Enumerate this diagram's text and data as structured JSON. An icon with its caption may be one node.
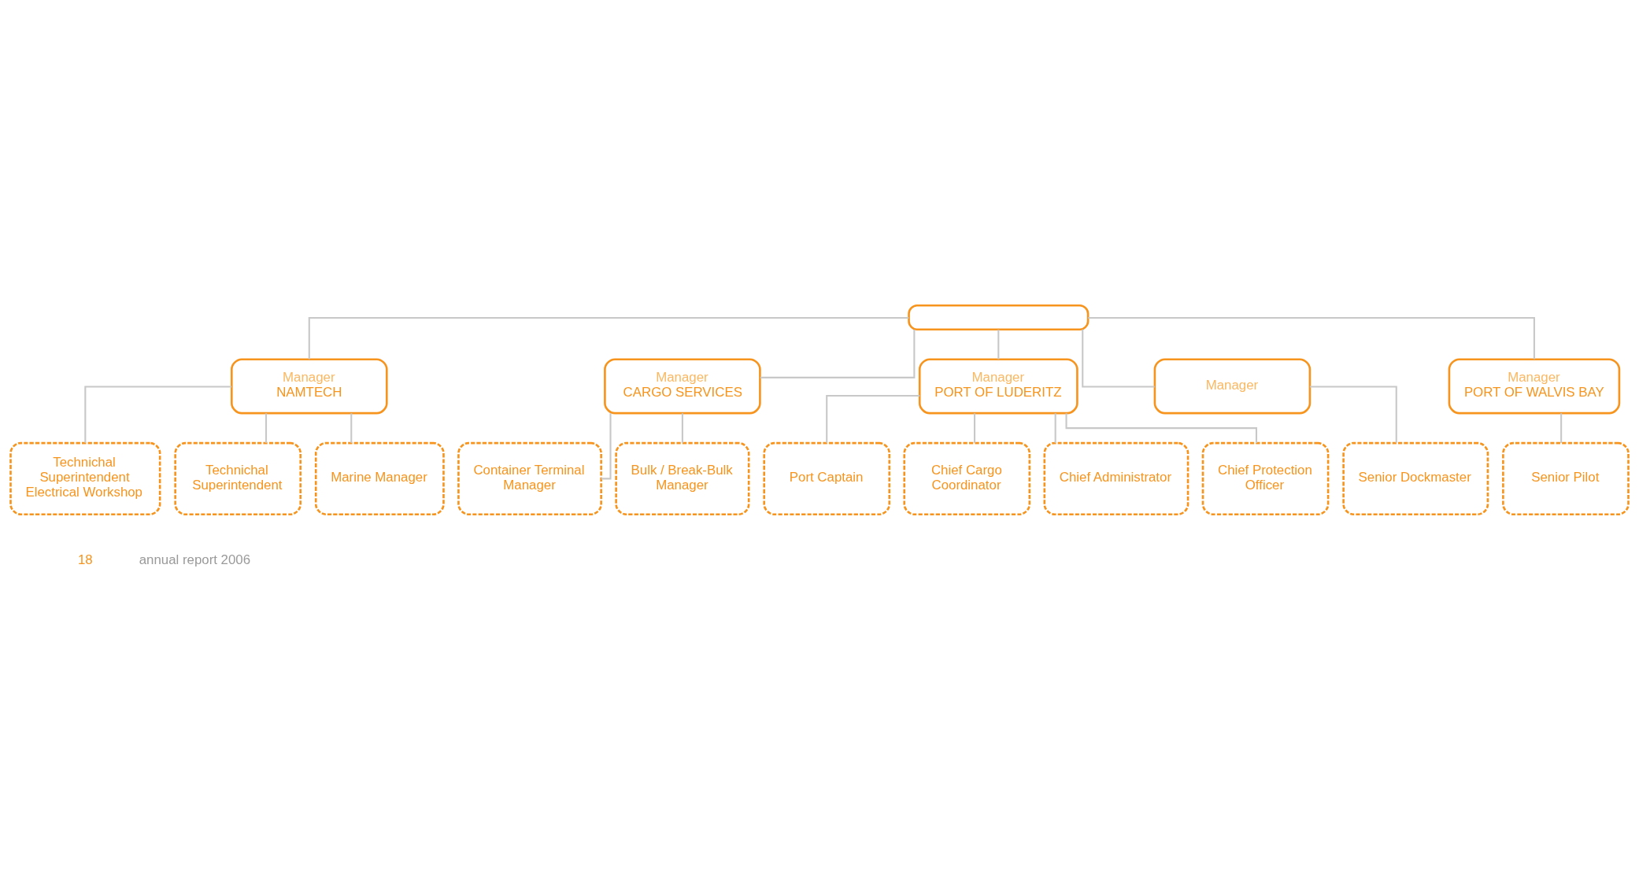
{
  "diagram": {
    "nodes": [
      {
        "text": [],
        "shape": "box"
      },
      {
        "text": [
          "Manager",
          "NAMTECH"
        ]
      },
      {
        "text": [
          "Technichal Superintendent Electrical Workshop"
        ]
      },
      {
        "text": [
          "Technichal Superintendent"
        ]
      },
      {
        "text": [
          "Marine Manager"
        ]
      },
      {
        "text": [
          "Manager",
          "CARGO SERVICES"
        ]
      },
      {
        "text": [
          "Container Terminal Manager"
        ]
      },
      {
        "text": [
          "Bulk / Break-Bulk Manager"
        ]
      },
      {
        "text": [
          "Manager",
          "PORT OF LUDERITZ"
        ]
      },
      {
        "text": [
          "Port Captain"
        ]
      },
      {
        "text": [
          "Chief Cargo Coordinator"
        ]
      },
      {
        "text": [
          "Chief Administrator"
        ]
      },
      {
        "text": [
          "Chief Protection Officer"
        ]
      },
      {
        "text": [
          "Manager"
        ]
      },
      {
        "text": [
          "Senior Dockmaster"
        ]
      },
      {
        "text": [
          "Manager",
          "PORT OF WALVIS BAY"
        ]
      },
      {
        "text": [
          "Senior Pilot"
        ]
      }
    ],
    "edges": [
      {
        "from": 0,
        "to": 1,
        "arrow": "none"
      },
      {
        "from": 0,
        "to": 5,
        "arrow": "none"
      },
      {
        "from": 0,
        "to": 8,
        "arrow": "none"
      },
      {
        "from": 0,
        "to": 13,
        "arrow": "none"
      },
      {
        "from": 0,
        "to": 15,
        "arrow": "none"
      },
      {
        "from": 1,
        "to": 2,
        "arrow": "none"
      },
      {
        "from": 1,
        "to": 3,
        "arrow": "none"
      },
      {
        "from": 1,
        "to": 4,
        "arrow": "none"
      },
      {
        "from": 5,
        "to": 6,
        "arrow": "none"
      },
      {
        "from": 5,
        "to": 7,
        "arrow": "none"
      },
      {
        "from": 8,
        "to": 9,
        "arrow": "none"
      },
      {
        "from": 8,
        "to": 10,
        "arrow": "none"
      },
      {
        "from": 8,
        "to": 11,
        "arrow": "none"
      },
      {
        "from": 8,
        "to": 12,
        "arrow": "none"
      },
      {
        "from": 13,
        "to": 14,
        "arrow": "none"
      },
      {
        "from": 15,
        "to": 16,
        "arrow": "none"
      }
    ],
    "labels": [
      "18",
      "annual report 2006"
    ]
  }
}
